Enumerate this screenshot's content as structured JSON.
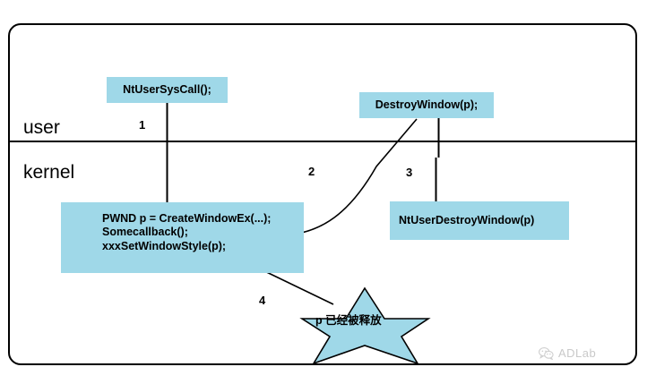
{
  "diagram": {
    "title": "User / Kernel callback use-after-free diagram",
    "accent_color": "#9FD8E8",
    "line_color": "#000000",
    "regions": [
      {
        "name": "user",
        "label": "user"
      },
      {
        "name": "kernel",
        "label": "kernel"
      }
    ],
    "boxes": [
      {
        "name": "syscall",
        "label": "NtUserSysCall();"
      },
      {
        "name": "destroywindow",
        "label": "DestroyWindow(p);"
      },
      {
        "name": "ntuserdestroy",
        "label": "NtUserDestroyWindow(p)"
      }
    ],
    "code_block": {
      "name": "kernel-code-block",
      "lines": [
        "PWND p = CreateWindowEx(...);",
        "Somecallback();",
        "xxxSetWindowStyle(p);"
      ]
    },
    "steps": [
      {
        "id": "1",
        "label": "1"
      },
      {
        "id": "2",
        "label": "2"
      },
      {
        "id": "3",
        "label": "3"
      },
      {
        "id": "4",
        "label": "4"
      }
    ],
    "callout": {
      "name": "freed-pointer-star",
      "shape": "6-point-star",
      "text": "p 已经被释放"
    },
    "watermark": {
      "label": "ADLab",
      "icon": "wechat-icon",
      "color": "#c9c9c9"
    }
  }
}
